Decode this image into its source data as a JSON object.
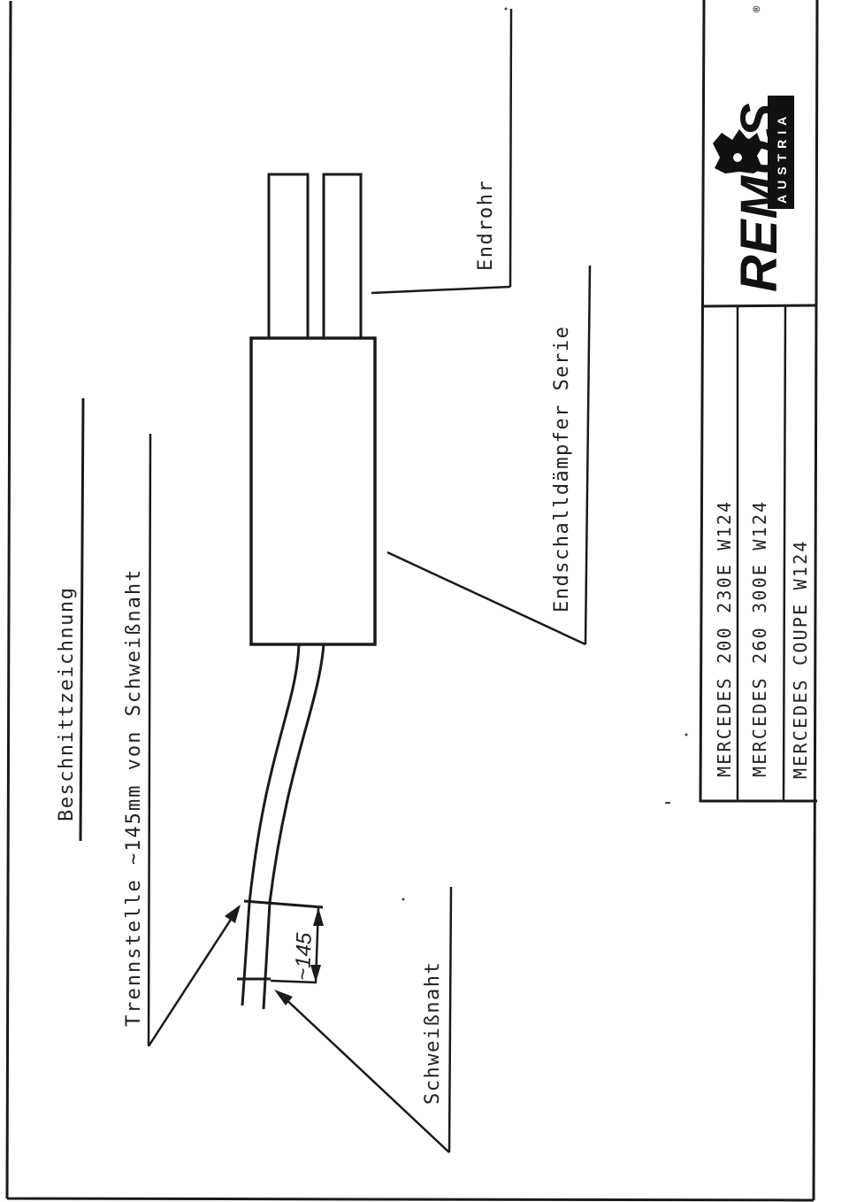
{
  "drawing": {
    "title": "Beschnittzeichnung",
    "cut_note": "Trennstelle ~145mm von Schweißnaht",
    "weld_label": "Schweißnaht",
    "dimension_label": "~145",
    "tailpipe_label": "Endrohr",
    "muffler_label": "Endschalldämpfer Serie"
  },
  "title_block": {
    "brand": "REMUS",
    "brand_tag": "AUSTRIA",
    "models": [
      "MERCEDES 200 230E W124",
      "MERCEDES 260 300E W124",
      "MERCEDES COUPE W124"
    ]
  },
  "colors": {
    "ink": "#1a1a1a",
    "paper": "#ffffff"
  }
}
